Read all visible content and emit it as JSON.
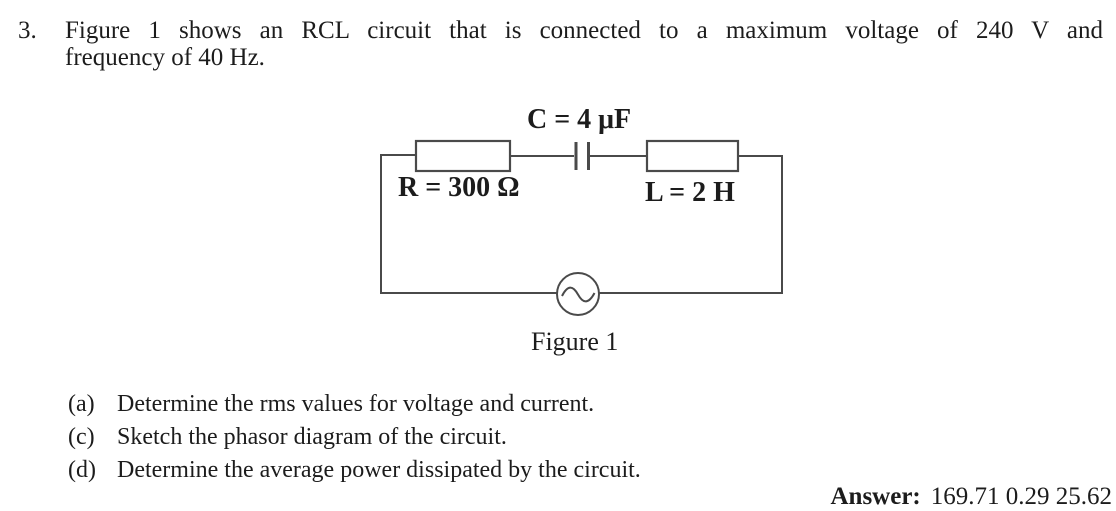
{
  "page": {
    "background_color": "#ffffff",
    "text_color": "#1c1c1c",
    "circuit_line_color": "#4a4a4a"
  },
  "problem": {
    "number": "3.",
    "statement_lines": [
      "Figure 1 shows an RCL circuit that is connected to a maximum voltage of 240 V and",
      "frequency of 40 Hz."
    ]
  },
  "circuit": {
    "capacitor_label": "C = 4 μF",
    "resistor_label": "R = 300 Ω",
    "inductor_label": "L = 2 H",
    "caption": "Figure 1"
  },
  "questions": [
    {
      "label": "(a)",
      "text": "Determine the rms values for voltage and current."
    },
    {
      "label": "(c)",
      "text": "Sketch the phasor diagram of the circuit."
    },
    {
      "label": "(d)",
      "text": "Determine the average power dissipated by the circuit."
    }
  ],
  "answer": {
    "label": "Answer:",
    "values": "169.71 0.29 25.62"
  }
}
